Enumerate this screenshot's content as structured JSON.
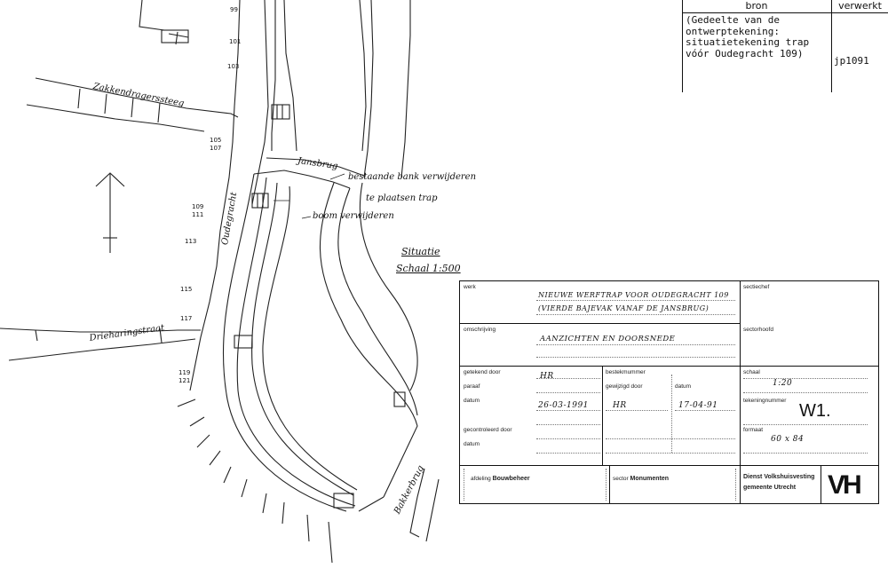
{
  "source_box": {
    "header_source": "bron",
    "header_processed": "verwerkt",
    "description": "(Gedeelte van de\nontwerptekening:\nsituatietekening trap\nvóór Oudegracht 109)",
    "reference": "jp1091"
  },
  "map": {
    "street_labels": [
      "Zakkendragerssteeg",
      "Oudegracht",
      "Drieharingstraat",
      "Jansbrug",
      "Bakkerbrug"
    ],
    "house_numbers": [
      "99",
      "101",
      "103",
      "105",
      "107",
      "109",
      "111",
      "113",
      "115",
      "117",
      "119",
      "121"
    ],
    "notes": [
      "bestaande bank verwijderen",
      "te plaatsen trap",
      "boom verwijderen"
    ],
    "situation_title": "Situatie",
    "scale": "Schaal 1:500"
  },
  "title_block": {
    "labels": {
      "werk": "werk",
      "sectiechef": "sectiechef",
      "omschrijving": "omschrijving",
      "sectorhoofd": "sectorhoofd",
      "getekend_door": "getekend door",
      "bestek": "bestekmummer",
      "schaal": "schaal",
      "paraaf": "paraaf",
      "gewijzigd_door": "gewijzigd door",
      "datum_top": "datum",
      "tekeningnummer": "tekeningnummer",
      "datum": "datum",
      "gecontroleerd": "gecontroleerd door",
      "formaat": "formaat",
      "datum_bottom": "datum",
      "afdeling_prefix": "afdeling",
      "afdeling": "Bouwbeheer",
      "sector_prefix": "sector",
      "sector": "Monumenten",
      "dienst_line1": "Dienst Volkshuisvesting",
      "dienst_line2": "gemeente Utrecht"
    },
    "values": {
      "werk_1": "NIEUWE WERFTRAP VOOR OUDEGRACHT 109",
      "werk_2": "(VIERDE BAJEVAK VANAF DE JANSBRUG)",
      "omschrijving": "AANZICHTEN EN DOORSNEDE",
      "getekend": "HR",
      "paraaf_val": "HR",
      "datum": "26-03-1991",
      "gewijzigd_datum": "17-04-91",
      "schaal": "1:20",
      "tekeningnummer": "W1.",
      "formaat": "60 x 84"
    },
    "logo": "VH"
  }
}
